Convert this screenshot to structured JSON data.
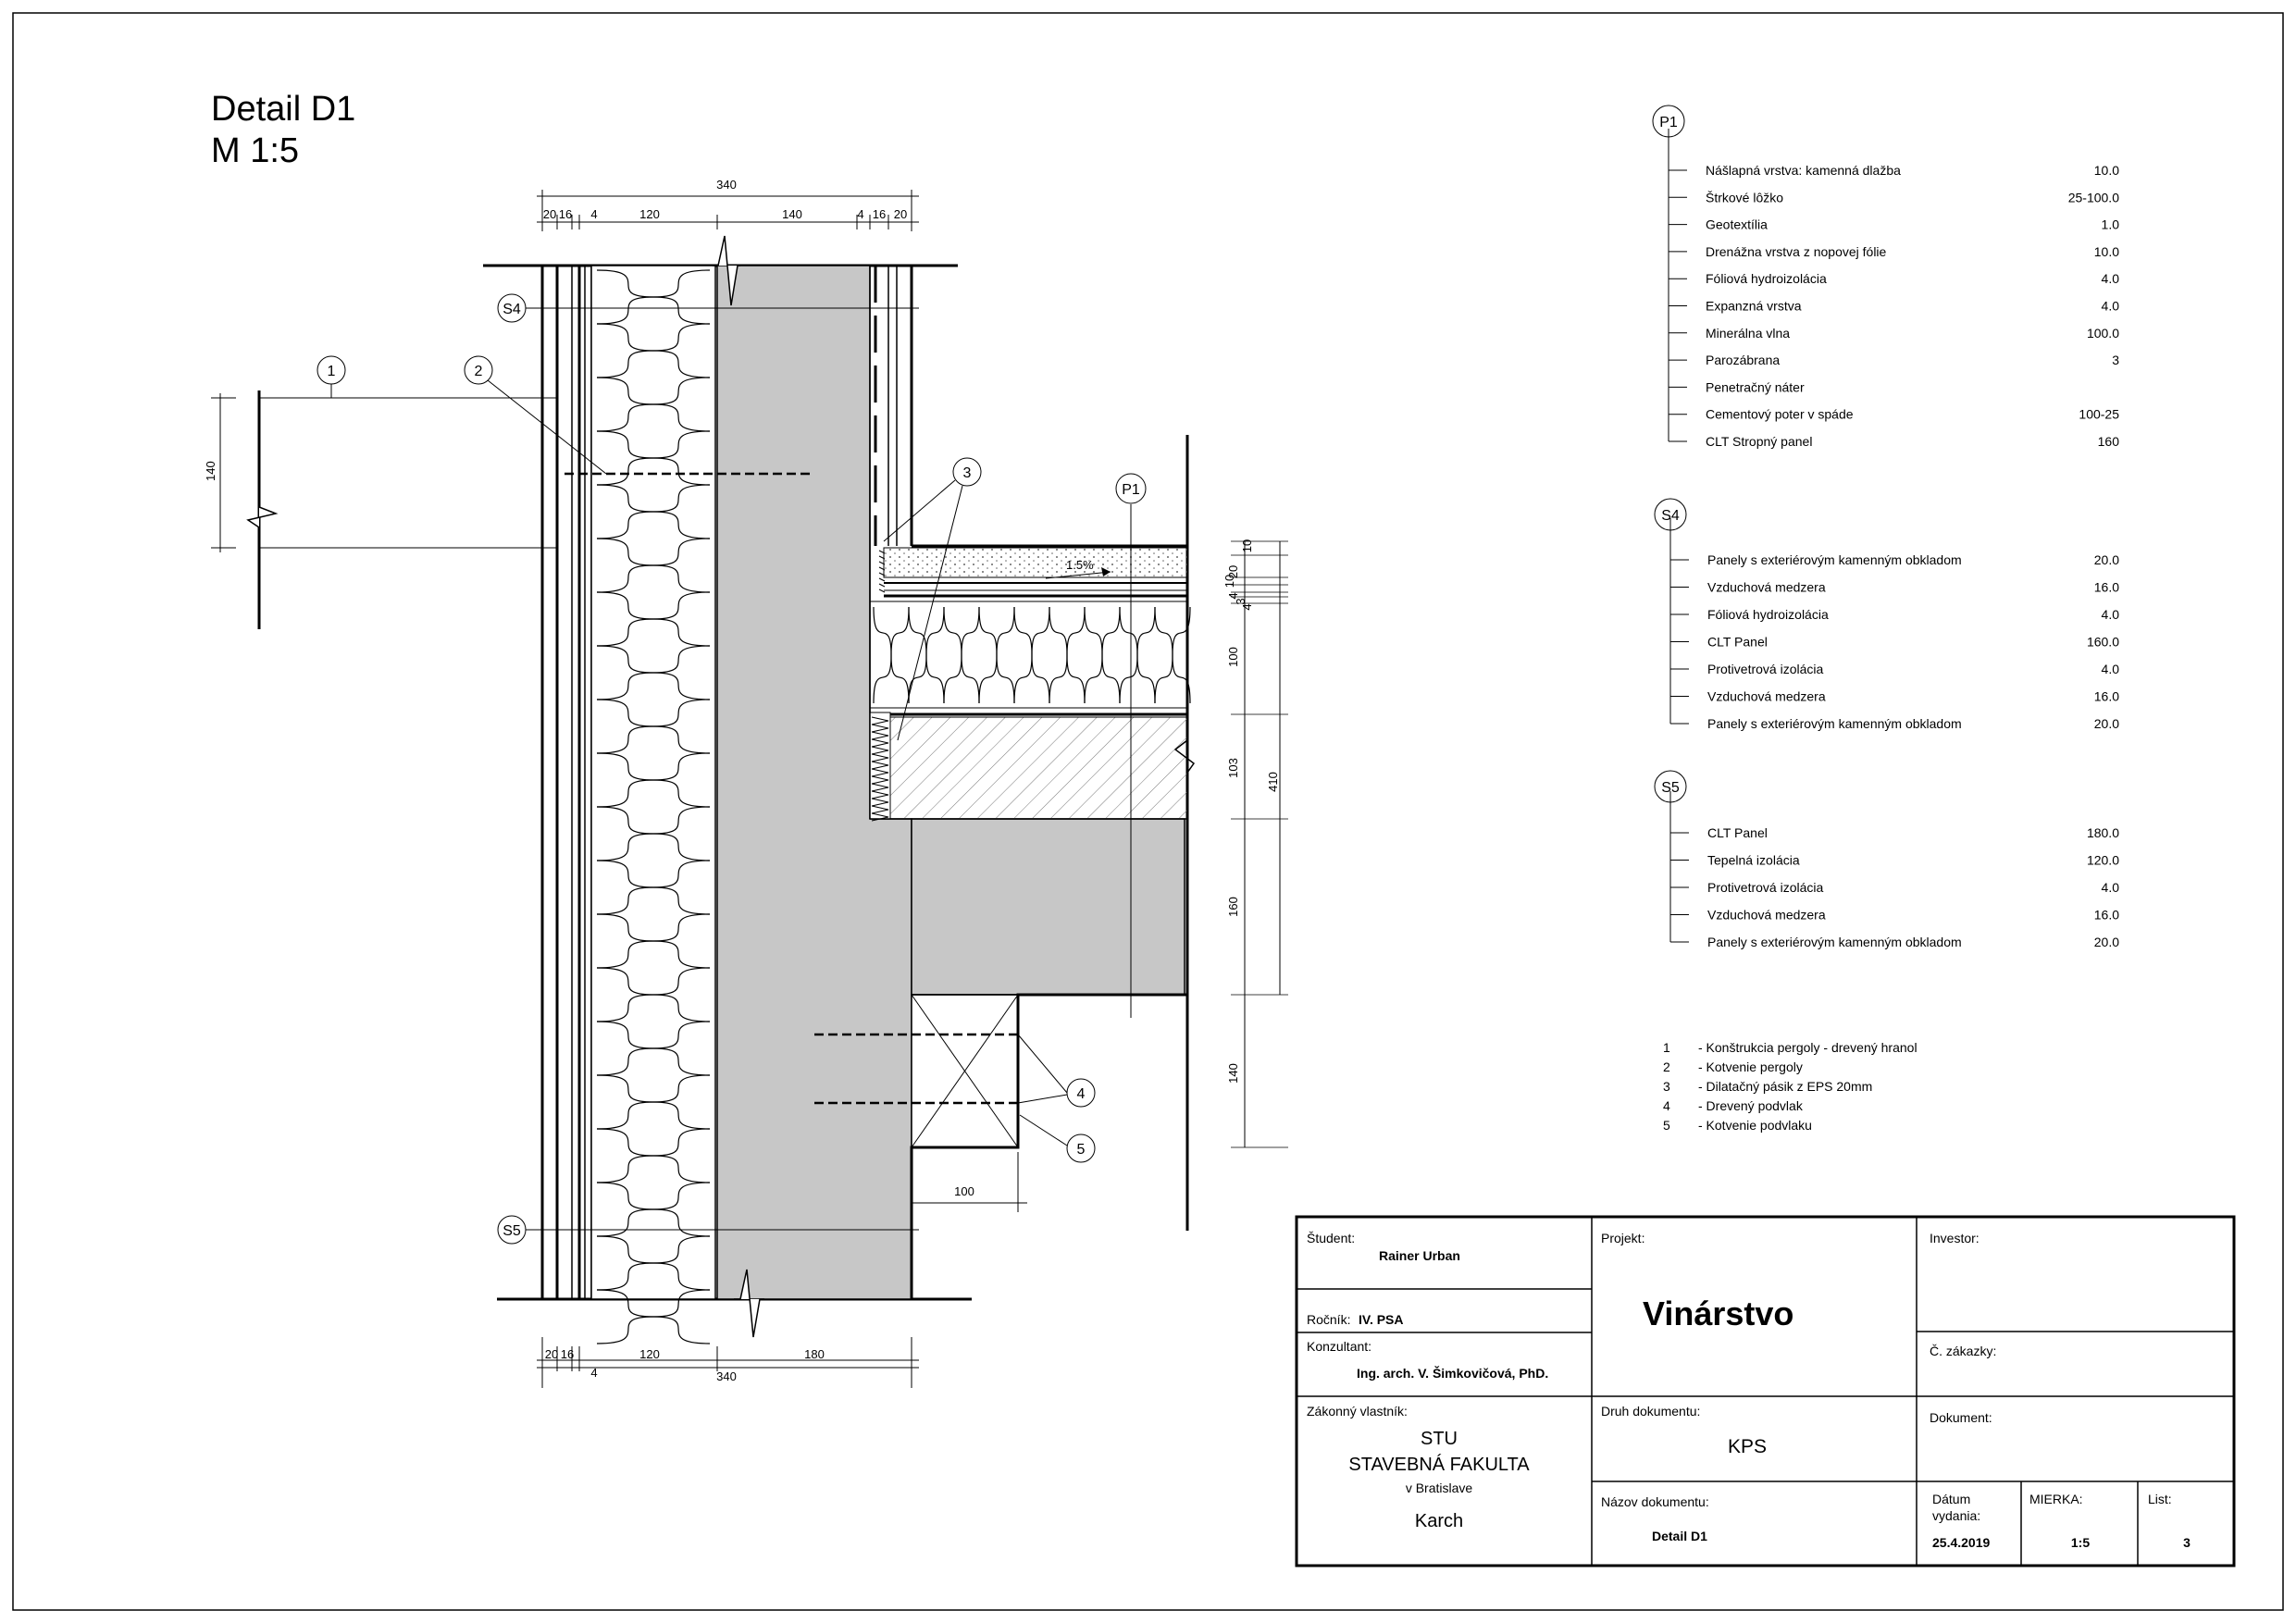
{
  "drawing": {
    "title": "Detail D1",
    "scale": "M 1:5"
  },
  "tags": {
    "p1": "P1",
    "s4": "S4",
    "s5": "S5",
    "n1": "1",
    "n2": "2",
    "n3": "3",
    "n4": "4",
    "n5": "5"
  },
  "slope": "1.5%",
  "dims": {
    "top_total": "340",
    "top_parts": [
      "20",
      "16",
      "4",
      "120",
      "140",
      "4",
      "16",
      "20"
    ],
    "bottom_total": "340",
    "bottom_parts": [
      "20",
      "16",
      "4",
      "120",
      "180"
    ],
    "pergola": "140",
    "beam_width": "100",
    "right_parts": [
      "10",
      "20",
      "10",
      "4",
      "3",
      "4",
      "100",
      "103",
      "160",
      "140"
    ],
    "right_total": "410"
  },
  "layers": {
    "p1": [
      {
        "name": "Nášlapná vrstva: kamenná dlažba",
        "value": "10.0"
      },
      {
        "name": "Štrkové lôžko",
        "value": "25-100.0"
      },
      {
        "name": "Geotextília",
        "value": "1.0"
      },
      {
        "name": "Drenážna vrstva z nopovej fólie",
        "value": "10.0"
      },
      {
        "name": "Fóliová hydroizolácia",
        "value": "4.0"
      },
      {
        "name": "Expanzná vrstva",
        "value": "4.0"
      },
      {
        "name": "Minerálna vlna",
        "value": "100.0"
      },
      {
        "name": "Parozábrana",
        "value": "3"
      },
      {
        "name": "Penetračný náter",
        "value": ""
      },
      {
        "name": "Cementový poter v spáde",
        "value": "100-25"
      },
      {
        "name": "CLT Stropný panel",
        "value": "160"
      }
    ],
    "s4": [
      {
        "name": "Panely s exteriérovým kamenným obkladom",
        "value": "20.0"
      },
      {
        "name": "Vzduchová medzera",
        "value": "16.0"
      },
      {
        "name": "Fóliová hydroizolácia",
        "value": "4.0"
      },
      {
        "name": "CLT Panel",
        "value": "160.0"
      },
      {
        "name": "Protivetrová izolácia",
        "value": "4.0"
      },
      {
        "name": "Vzduchová medzera",
        "value": "16.0"
      },
      {
        "name": "Panely s exteriérovým kamenným obkladom",
        "value": "20.0"
      }
    ],
    "s5": [
      {
        "name": "CLT Panel",
        "value": "180.0"
      },
      {
        "name": "Tepelná izolácia",
        "value": "120.0"
      },
      {
        "name": "Protivetrová izolácia",
        "value": "4.0"
      },
      {
        "name": "Vzduchová medzera",
        "value": "16.0"
      },
      {
        "name": "Panely s exteriérovým kamenným obkladom",
        "value": "20.0"
      }
    ]
  },
  "notes": [
    {
      "num": "1",
      "text": "- Konštrukcia pergoly - drevený hranol"
    },
    {
      "num": "2",
      "text": "- Kotvenie pergoly"
    },
    {
      "num": "3",
      "text": "- Dilatačný pásik z EPS 20mm"
    },
    {
      "num": "4",
      "text": "- Drevený podvlak"
    },
    {
      "num": "5",
      "text": "- Kotvenie podvlaku"
    }
  ],
  "titleblock": {
    "student_label": "Študent:",
    "student": "Rainer Urban",
    "rocnik_label": "Ročník:",
    "rocnik": "IV. PSA",
    "konzultant_label": "Konzultant:",
    "konzultant": "Ing. arch. V. Šimkovičová, PhD.",
    "owner_label": "Zákonný vlastník:",
    "owner_1": "STU",
    "owner_2": "STAVEBNÁ FAKULTA",
    "owner_3": "v Bratislave",
    "owner_4": "Karch",
    "projekt_label": "Projekt:",
    "projekt": "Vinárstvo",
    "druh_label": "Druh dokumentu:",
    "druh": "KPS",
    "nazov_label": "Názov dokumentu:",
    "nazov": "Detail D1",
    "investor_label": "Investor:",
    "zakazka_label": "Č. zákazky:",
    "dokument_label": "Dokument:",
    "datum_label_1": "Dátum",
    "datum_label_2": "vydania:",
    "datum": "25.4.2019",
    "mierka_label": "MIERKA:",
    "mierka": "1:5",
    "list_label": "List:",
    "list": "3"
  }
}
